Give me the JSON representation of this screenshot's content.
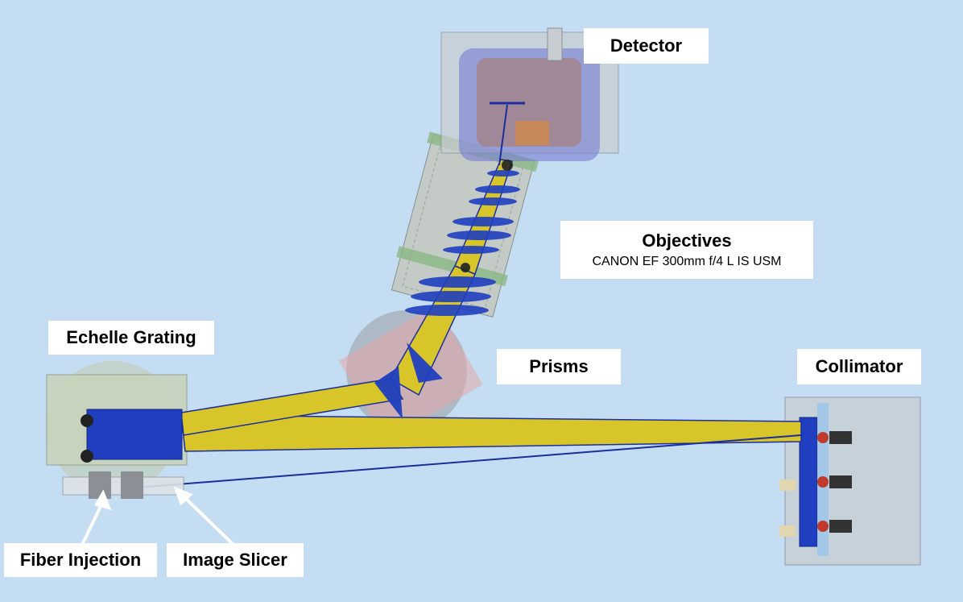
{
  "labels": {
    "detector": "Detector",
    "objectives": "Objectives",
    "objectives_sub": "CANON EF 300mm f/4 L IS USM",
    "echelle_grating": "Echelle Grating",
    "prisms": "Prisms",
    "collimator": "Collimator",
    "fiber_injection": "Fiber Injection",
    "image_slicer": "Image Slicer"
  },
  "colors": {
    "background": "#c5ddf3",
    "beam": "#d8c52a",
    "optics_blue": "#1f3fc0",
    "housing": "#c4c9c2"
  }
}
